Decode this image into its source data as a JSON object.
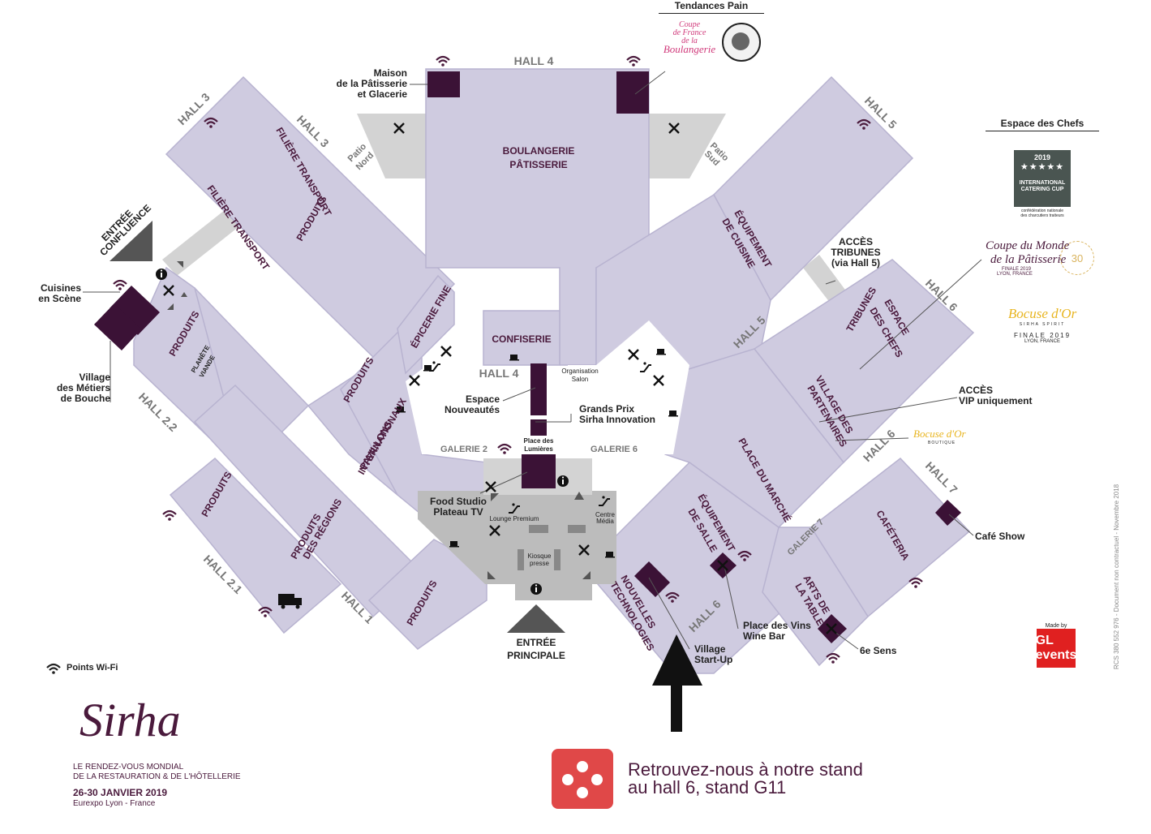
{
  "colors": {
    "hall_fill": "#cfcbe0",
    "hall_stroke": "#b8b3d0",
    "stand_fill": "#3b1236",
    "corridor": "#d3d3d3",
    "plaza": "#bcbcbc",
    "accent_red": "#e04848"
  },
  "halls": {
    "hall3_a": "HALL 3",
    "hall3_b": "HALL 3",
    "hall4_top": "HALL 4",
    "hall4_mid": "HALL 4",
    "hall5_top": "HALL 5",
    "hall5_mid": "HALL 5",
    "hall6_right": "HALL 6",
    "hall6_mid": "HALL 6",
    "hall6_bottom": "HALL 6",
    "hall7": "HALL 7",
    "hall22": "HALL 2.2",
    "hall21": "HALL 2.1",
    "hall1": "HALL 1"
  },
  "galleries": {
    "galerie2": "GALERIE 2",
    "galerie6": "GALERIE 6",
    "galerie7": "GALERIE 7"
  },
  "zones": {
    "boulangerie_1": "BOULANGERIE",
    "boulangerie_2": "PÂTISSERIE",
    "confiserie": "CONFISERIE",
    "filiere_1": "FILIÈRE TRANSPORT",
    "filiere_2": "FILIÈRE TRANSPORT",
    "produits_1": "PRODUITS",
    "produits_2": "PRODUITS",
    "produits_3": "PRODUITS",
    "produits_4": "PRODUITS",
    "produits_5": "PRODUITS",
    "planete_1": "PLANÈTE",
    "planete_2": "VIANDE",
    "produits_regions_1": "PRODUITS",
    "produits_regions_2": "DES RÉGIONS",
    "pavillons_1": "PAVILLONS",
    "pavillons_2": "INTERNATIONAUX",
    "epicerie": "ÉPICERIE FINE",
    "equip_cuisine_1": "ÉQUIPEMENT",
    "equip_cuisine_2": "DE CUISINE",
    "tribunes": "TRIBUNES",
    "espace_chefs_1": "ESPACE",
    "espace_chefs_2": "DES CHEFS",
    "village_part_1": "VILLAGE DES",
    "village_part_2": "PARTENAIRES",
    "place_marche": "PLACE DU MARCHÉ",
    "equip_salle_1": "ÉQUIPEMENT",
    "equip_salle_2": "DE SALLE",
    "nouvelles_1": "NOUVELLES",
    "nouvelles_2": "TECHNOLOGIES",
    "cafeteria": "CAFÉTERIA",
    "arts_table_1": "ARTS DE",
    "arts_table_2": "LA TABLE",
    "patio_nord_1": "Patio",
    "patio_nord_2": "Nord",
    "patio_sud_1": "Patio",
    "patio_sud_2": "Sud",
    "entree_confluence_1": "ENTRÉE",
    "entree_confluence_2": "CONFLUENCE",
    "entree_principale_1": "ENTRÉE",
    "entree_principale_2": "PRINCIPALE",
    "organisation_1": "Organisation",
    "organisation_2": "Salon",
    "place_lumieres_1": "Place des",
    "place_lumieres_2": "Lumières",
    "lounge": "Lounge Premium",
    "centre_media_1": "Centre",
    "centre_media_2": "Média",
    "kiosque_1": "Kiosque",
    "kiosque_2": "presse"
  },
  "callouts": {
    "maison_1": "Maison",
    "maison_2": "de la Pâtisserie",
    "maison_3": "et Glacerie",
    "cuisines_1": "Cuisines",
    "cuisines_2": "en Scène",
    "village_metiers_1": "Village",
    "village_metiers_2": "des Métiers",
    "village_metiers_3": "de Bouche",
    "espace_nouv_1": "Espace",
    "espace_nouv_2": "Nouveautés",
    "grands_prix_1": "Grands Prix",
    "grands_prix_2": "Sirha Innovation",
    "food_studio_1": "Food Studio",
    "food_studio_2": "Plateau TV",
    "acces_tribunes_1": "ACCÈS",
    "acces_tribunes_2": "TRIBUNES",
    "acces_tribunes_3": "(via Hall 5)",
    "acces_vip_1": "ACCÈS",
    "acces_vip_2": "VIP uniquement",
    "cafe_show": "Café Show",
    "place_vins_1": "Place des Vins",
    "place_vins_2": "Wine Bar",
    "village_startup_1": "Village",
    "village_startup_2": "Start-Up",
    "sixieme_sens": "6e Sens"
  },
  "legend": {
    "wifi": "Points Wi-Fi"
  },
  "tendances": {
    "title": "Tendances Pain",
    "coupe_1": "Coupe",
    "coupe_2": "de France",
    "coupe_3": "de la",
    "coupe_4": "Boulangerie"
  },
  "espace_chefs": {
    "title": "Espace des Chefs",
    "cup_year": "2019",
    "cup_stars": "★★★★★",
    "cup_name_1": "INTERNATIONAL",
    "cup_name_2": "CATERING CUP",
    "confed_1": "confédération nationale",
    "confed_2": "des charcutiers traiteurs",
    "cmp_1": "Coupe du Monde",
    "cmp_2": "de la Pâtisserie",
    "cmp_sub_1": "FINALE 2019",
    "cmp_sub_2": "LYON, FRANCE",
    "cmp_30": "30",
    "bocuse": "Bocuse d'Or",
    "bocuse_sub": "SIRHA SPIRIT",
    "bocuse_finale": "FINALE 2019",
    "bocuse_lieu": "LYON, FRANCE"
  },
  "boutique": {
    "brand": "Bocuse d'Or",
    "sub": "BOUTIQUE"
  },
  "sirha": {
    "logo": "Sirha",
    "tag_1": "LE RENDEZ-VOUS MONDIAL",
    "tag_2": "DE LA RESTAURATION & DE L'HÔTELLERIE",
    "dates": "26-30 JANVIER 2019",
    "venue": "Eurexpo Lyon - France"
  },
  "stand": {
    "line_1": "Retrouvez-nous à notre stand",
    "line_2": "au hall 6, stand G11"
  },
  "credits": {
    "vertical": "RCS 380 552 976 - Document non contractuel - Novembre 2018",
    "made_by": "Made by",
    "gl": "GL events"
  },
  "icons": {
    "wifi": "wifi-icon",
    "restaurant": "restaurant-icon",
    "coffee": "coffee-icon",
    "info": "info-icon",
    "escalator": "escalator-icon",
    "truck": "food-truck-icon",
    "arrow": "arrow-up-icon"
  }
}
